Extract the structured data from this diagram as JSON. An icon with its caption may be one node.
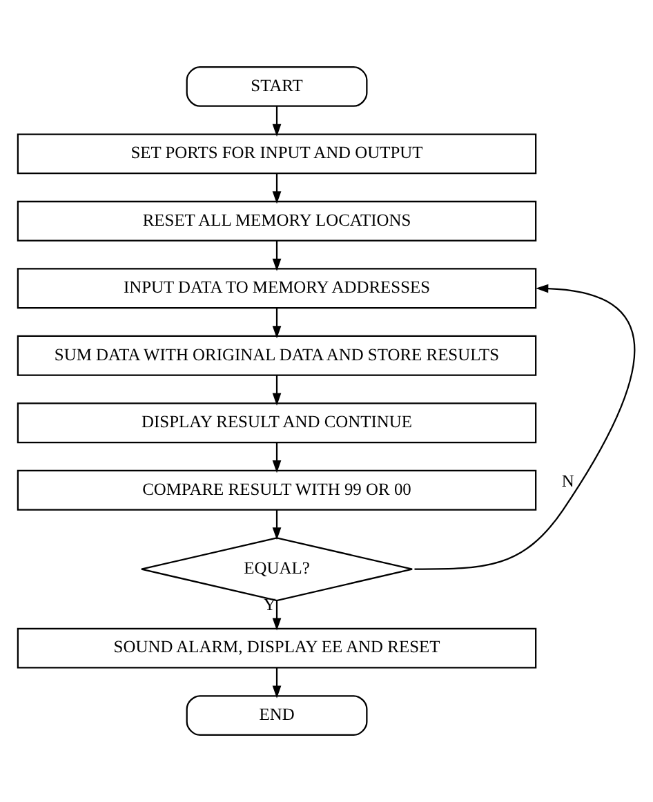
{
  "diagram": {
    "nodes": [
      {
        "text": [
          "START"
        ]
      },
      {
        "text": [
          "SET PORTS FOR INPUT AND OUTPUT"
        ]
      },
      {
        "text": [
          "RESET ALL MEMORY LOCATIONS"
        ]
      },
      {
        "text": [
          "INPUT DATA TO MEMORY ADDRESSES"
        ]
      },
      {
        "text": [
          "SUM DATA WITH ORIGINAL DATA AND STORE RESULTS"
        ]
      },
      {
        "text": [
          "DISPLAY RESULT AND CONTINUE"
        ]
      },
      {
        "text": [
          "COMPARE RESULT WITH 99 OR 00"
        ]
      },
      {
        "text": [
          "EQUAL?"
        ]
      },
      {
        "text": [
          "SOUND ALARM, DISPLAY EE AND RESET"
        ]
      },
      {
        "text": [
          "END"
        ]
      }
    ],
    "edges": [
      {
        "from": 0,
        "to": 1,
        "arrow": "to"
      },
      {
        "from": 1,
        "to": 2,
        "arrow": "to"
      },
      {
        "from": 2,
        "to": 3,
        "arrow": "to"
      },
      {
        "from": 3,
        "to": 4,
        "arrow": "to"
      },
      {
        "from": 4,
        "to": 5,
        "arrow": "to"
      },
      {
        "from": 5,
        "to": 6,
        "arrow": "to"
      },
      {
        "from": 6,
        "to": 7,
        "arrow": "to"
      },
      {
        "from": 7,
        "to": 8,
        "label": "Y",
        "arrow": "to"
      },
      {
        "from": 7,
        "to": 3,
        "label": "N",
        "arrow": "to"
      },
      {
        "from": 8,
        "to": 9,
        "arrow": "to"
      }
    ]
  }
}
